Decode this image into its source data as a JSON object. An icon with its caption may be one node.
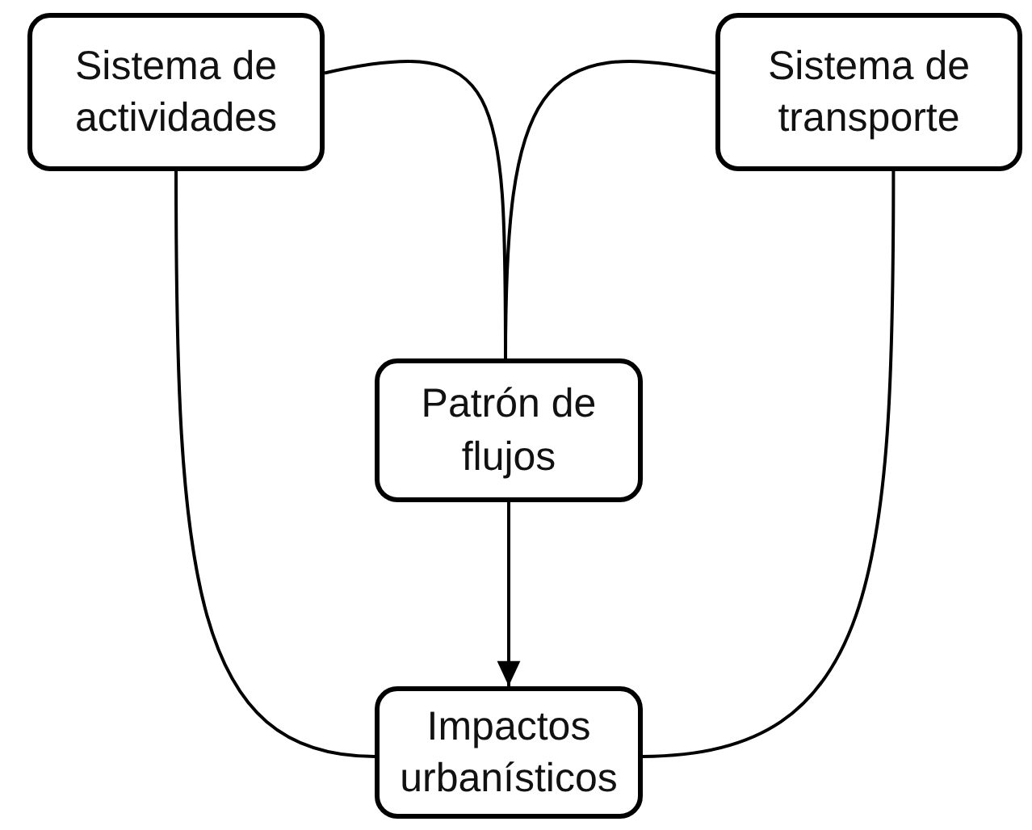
{
  "diagram": {
    "nodes": [
      {
        "text": [
          "Sistema de actividades"
        ]
      },
      {
        "text": [
          "Sistema de transporte"
        ]
      },
      {
        "text": [
          "Patrón de flujos"
        ]
      },
      {
        "text": [
          "Impactos urbanísticos"
        ]
      }
    ],
    "edges": [
      {
        "from": 0,
        "to": 2,
        "arrow": "none"
      },
      {
        "from": 1,
        "to": 2,
        "arrow": "none"
      },
      {
        "from": 2,
        "to": 3,
        "arrow": "to"
      },
      {
        "from": 0,
        "to": 3,
        "arrow": "none"
      },
      {
        "from": 1,
        "to": 3,
        "arrow": "none"
      }
    ]
  }
}
